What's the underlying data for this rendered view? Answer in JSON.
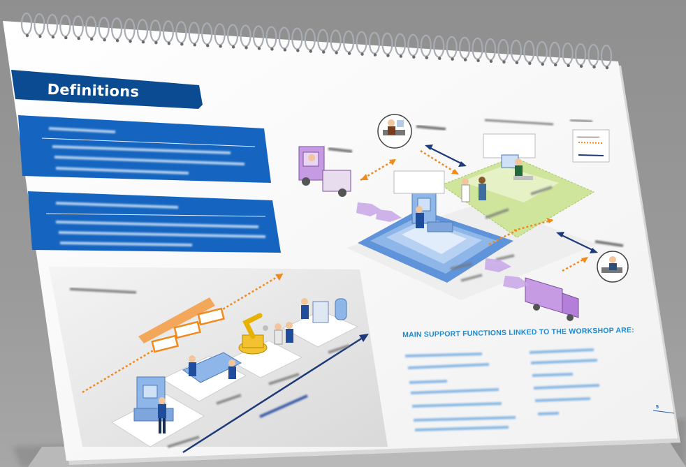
{
  "page": {
    "title": "Definitions",
    "support_functions_heading": "MAIN SUPPORT FUNCTIONS LINKED TO THE WORKSHOP ARE:",
    "page_number": "5"
  },
  "colors": {
    "title_band": "#0b4b91",
    "definition_box": "#1565c0",
    "orange_flow": "#f08a1c",
    "navy_flow": "#1e3a78",
    "workshop_blue": "#8fb6e8",
    "office_green": "#cfe59c",
    "support_text": "#1b8ad1"
  },
  "illustration": {
    "icons": [
      "forklift-icon",
      "machine-operator-icon",
      "office-worker-icon",
      "truck-icon",
      "robot-arm-icon",
      "legend-arrow-icon"
    ]
  }
}
